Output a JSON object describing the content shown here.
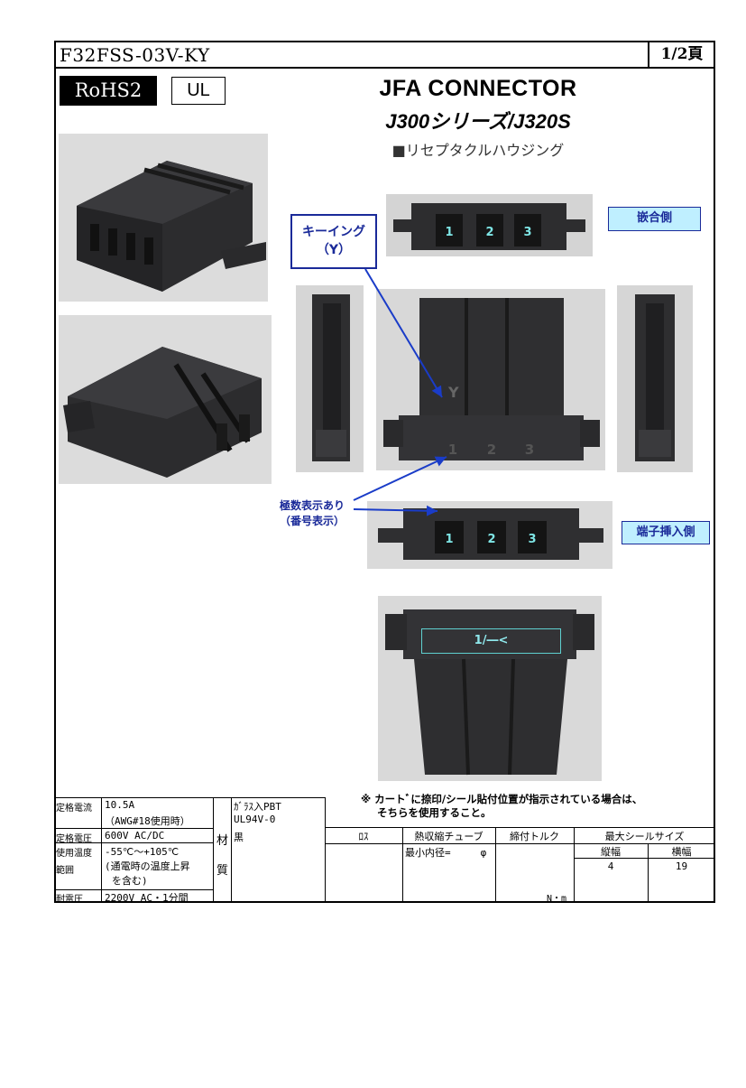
{
  "header": {
    "part_number": "F32FSS-03V-KY",
    "page": "1/2頁",
    "badges": [
      "RoHS2",
      "UL"
    ],
    "title_line1": "JFA CONNECTOR",
    "title_line2": "J300シリーズ/J320S",
    "title_line3": "■リセプタクルハウジング"
  },
  "annotations": {
    "keying_label": "キーイング",
    "keying_sub": "（Y）",
    "mating_side": "嵌合側",
    "terminal_side": "端子挿入側",
    "pole_display_1": "極数表示あり",
    "pole_display_2": "（番号表示）",
    "pin_numbers": [
      "1",
      "2",
      "3"
    ],
    "bottom_mark": "1/―<"
  },
  "note": {
    "line1": "※ カートﾞに捺印/シール貼付位置が指示されている場合は、",
    "line2": "そちらを使用すること。"
  },
  "specs": {
    "rated_current_label": "定格電流",
    "rated_current_value": "10.5A",
    "rated_current_sub": "（AWG#18使用時）",
    "rated_voltage_label": "定格電圧",
    "rated_voltage_value": "600V AC/DC",
    "temp_label1": "使用温度",
    "temp_label2": "範囲",
    "temp_value1": "-55℃～+105℃",
    "temp_value2": "(通電時の温度上昇",
    "temp_value3": "を含む)",
    "withstand_label": "耐電圧",
    "withstand_value": "2200V AC・1分間",
    "material_label1": "材",
    "material_label2": "質",
    "material_value1": "ｶﾞﾗｽ入PBT",
    "material_value2": "UL94V-0",
    "material_value3": "黒"
  },
  "lower_table": {
    "headers": [
      "ﾛｽ",
      "熱収縮チューブ",
      "締付トルク",
      "最大シールサイズ"
    ],
    "sub_headers": [
      "縦幅",
      "横幅"
    ],
    "tube_value": "最小内径=　　　φ",
    "torque_unit": "N・m",
    "seal_values": [
      "4",
      "19"
    ]
  }
}
